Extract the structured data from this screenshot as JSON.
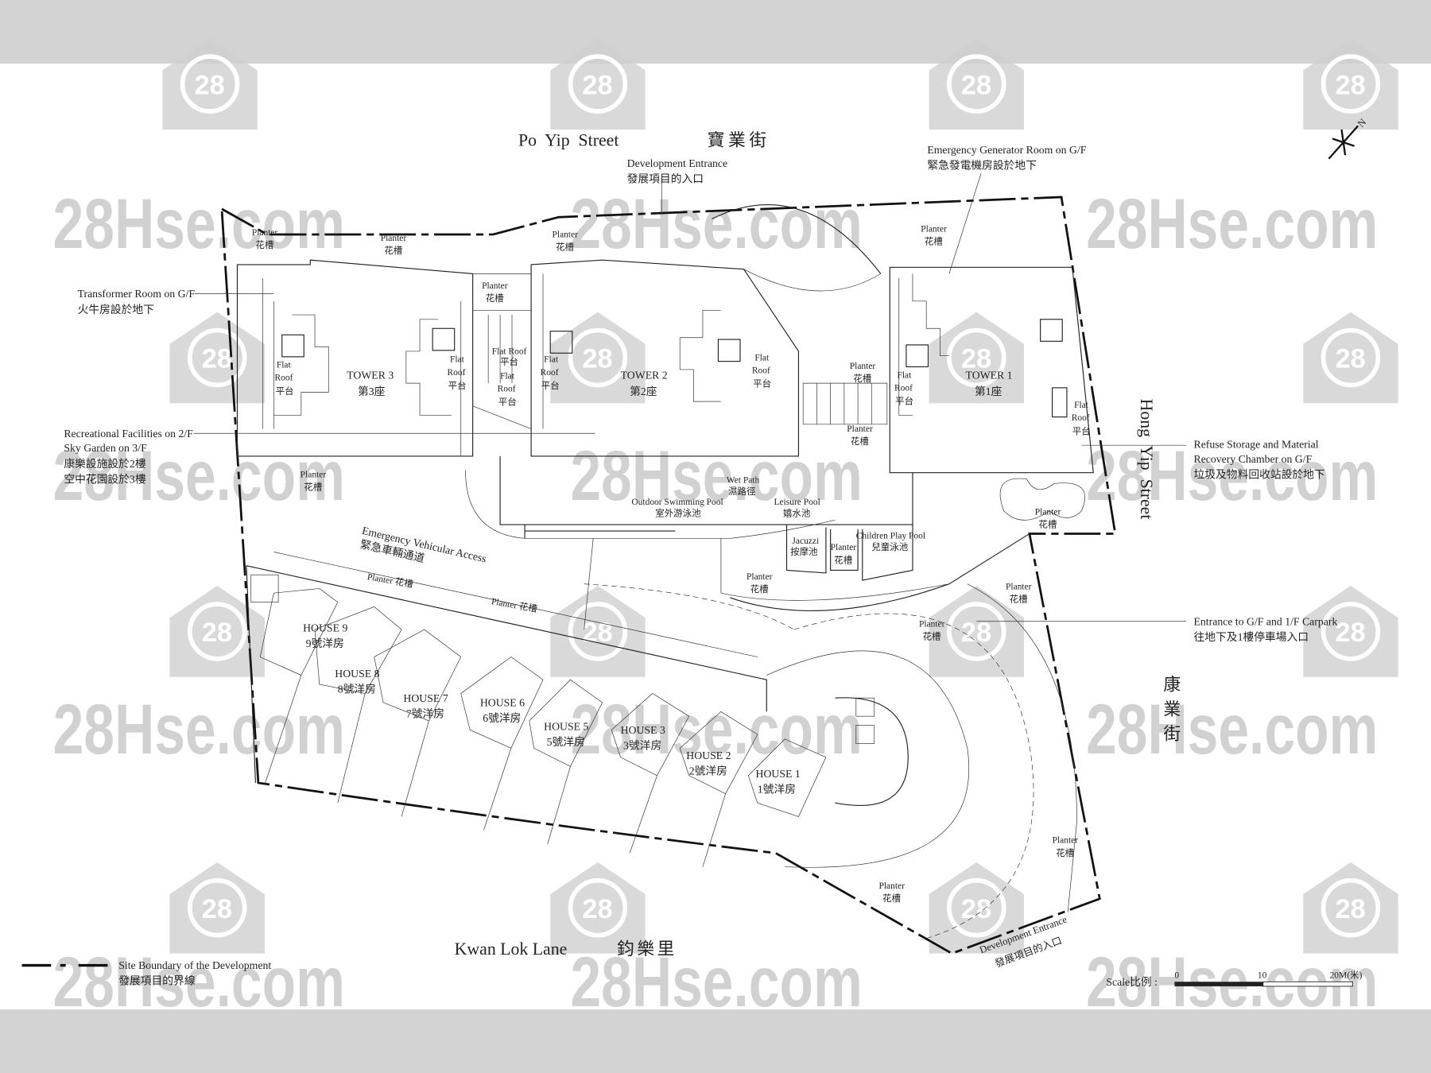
{
  "streets": {
    "po_yip_en": "Po  Yip  Street",
    "po_yip_zh": "寶業街",
    "hong_yip_en": "Hong  Yip  Street",
    "hong_yip_zh": "康業街",
    "kwan_lok_en": "Kwan Lok Lane",
    "kwan_lok_zh": "鈞樂里"
  },
  "callouts": {
    "dev_entrance_top_en": "Development Entrance",
    "dev_entrance_top_zh": "發展項目的入口",
    "generator_en": "Emergency Generator Room on G/F",
    "generator_zh": "緊急發電機房設於地下",
    "transformer_en": "Transformer Room on G/F",
    "transformer_zh": "火牛房設於地下",
    "recreational_en1": "Recreational Facilities on 2/F",
    "recreational_en2": "Sky Garden on 3/F",
    "recreational_zh1": "康樂設施設於2樓",
    "recreational_zh2": "空中花園設於3樓",
    "refuse_en1": "Refuse Storage and Material",
    "refuse_en2": "Recovery Chamber on G/F",
    "refuse_zh": "垃圾及物料回收站設於地下",
    "carpark_en": "Entrance to G/F and 1/F Carpark",
    "carpark_zh": "往地下及1樓停車場入口",
    "dev_entrance_bottom_en": "Development Entrance",
    "dev_entrance_bottom_zh": "發展項目的入口"
  },
  "labels": {
    "planter_en": "Planter",
    "planter_zh": "花槽",
    "planter_inline": "Planter 花槽",
    "flat_en": "Flat",
    "roof_en": "Roof",
    "flat_roof_en": "Flat Roof",
    "flat_roof_zh": "平台",
    "eva_en": "Emergency Vehicular Access",
    "eva_zh": "緊急車輛通道",
    "pool_en": "Outdoor Swimming Pool",
    "pool_zh": "室外游泳池",
    "wet_path_en": "Wet Path",
    "wet_path_zh": "濕路徑",
    "leisure_en": "Leisure Pool",
    "leisure_zh": "嬉水池",
    "jacuzzi_en": "Jacuzzi",
    "jacuzzi_zh": "按摩池",
    "children_en": "Children Play Pool",
    "children_zh": "兒童泳池"
  },
  "towers": [
    {
      "en": "TOWER 1",
      "zh": "第1座"
    },
    {
      "en": "TOWER 2",
      "zh": "第2座"
    },
    {
      "en": "TOWER 3",
      "zh": "第3座"
    }
  ],
  "houses": [
    {
      "en": "HOUSE 1",
      "zh": "1號洋房"
    },
    {
      "en": "HOUSE 2",
      "zh": "2號洋房"
    },
    {
      "en": "HOUSE 3",
      "zh": "3號洋房"
    },
    {
      "en": "HOUSE 5",
      "zh": "5號洋房"
    },
    {
      "en": "HOUSE 6",
      "zh": "6號洋房"
    },
    {
      "en": "HOUSE 7",
      "zh": "7號洋房"
    },
    {
      "en": "HOUSE 8",
      "zh": "8號洋房"
    },
    {
      "en": "HOUSE 9",
      "zh": "9號洋房"
    }
  ],
  "legend": {
    "boundary_en": "Site Boundary of the Development",
    "boundary_zh": "發展項目的界線"
  },
  "scale": {
    "label": "Scale比例 :",
    "ticks": [
      "0",
      "10",
      "20M(米)"
    ]
  },
  "north": "N",
  "watermark": {
    "text": "28Hse.com",
    "logo_number": "28"
  }
}
